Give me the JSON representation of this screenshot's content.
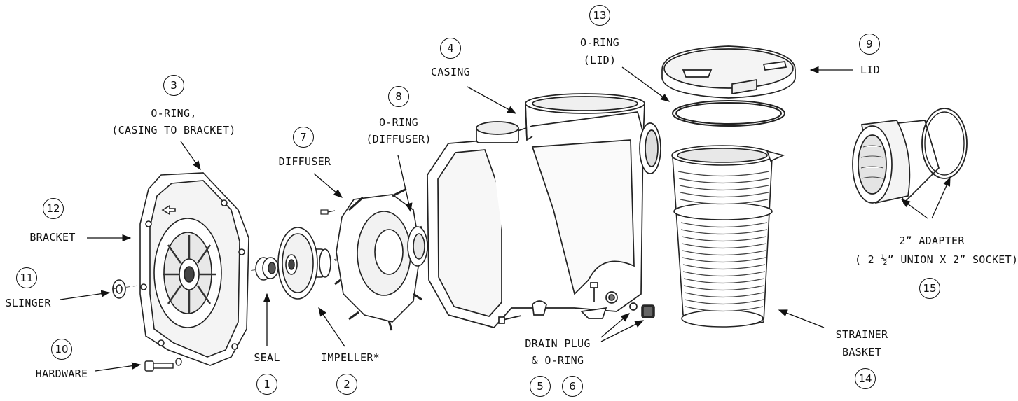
{
  "parts": [
    {
      "key": "seal",
      "number": "1",
      "label": "SEAL"
    },
    {
      "key": "impeller",
      "number": "2",
      "label": "IMPELLER*"
    },
    {
      "key": "oring-casing",
      "number": "3",
      "label": "O-RING,",
      "label2": "(CASING TO BRACKET)"
    },
    {
      "key": "casing",
      "number": "4",
      "label": "CASING"
    },
    {
      "key": "drain-plug",
      "number": "5",
      "number2": "6",
      "label": "DRAIN PLUG",
      "label2": "& O-RING"
    },
    {
      "key": "diffuser",
      "number": "7",
      "label": "DIFFUSER"
    },
    {
      "key": "oring-diffuser",
      "number": "8",
      "label": "O-RING",
      "label2": "(DIFFUSER)"
    },
    {
      "key": "lid",
      "number": "9",
      "label": "LID"
    },
    {
      "key": "hardware",
      "number": "10",
      "label": "HARDWARE"
    },
    {
      "key": "slinger",
      "number": "11",
      "label": "SLINGER"
    },
    {
      "key": "bracket",
      "number": "12",
      "label": "BRACKET"
    },
    {
      "key": "oring-lid",
      "number": "13",
      "label": "O-RING",
      "label2": "(LID)"
    },
    {
      "key": "strainer",
      "number": "14",
      "label": "STRAINER",
      "label2": "BASKET"
    },
    {
      "key": "adapter",
      "number": "15",
      "label": "2” ADAPTER",
      "label2": "( 2 ½” UNION X 2” SOCKET)"
    }
  ]
}
